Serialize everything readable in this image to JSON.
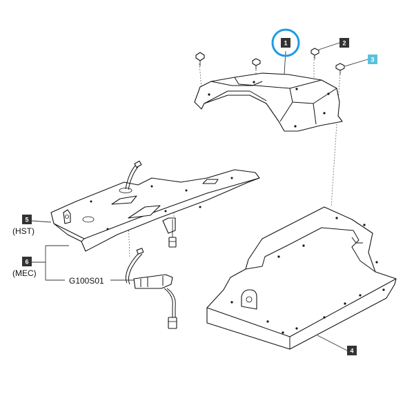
{
  "callouts": [
    {
      "label": "1",
      "color": "#333333",
      "highlighted": true,
      "highlight_color": "#1e9be0"
    },
    {
      "label": "2",
      "color": "#333333"
    },
    {
      "label": "3",
      "color": "#5bc0de"
    },
    {
      "label": "4",
      "color": "#333333"
    },
    {
      "label": "5",
      "color": "#333333"
    },
    {
      "label": "6",
      "color": "#333333"
    }
  ],
  "variant_labels": {
    "hst": "(HST)",
    "mec": "(MEC)"
  },
  "reference_code": "G100S01"
}
